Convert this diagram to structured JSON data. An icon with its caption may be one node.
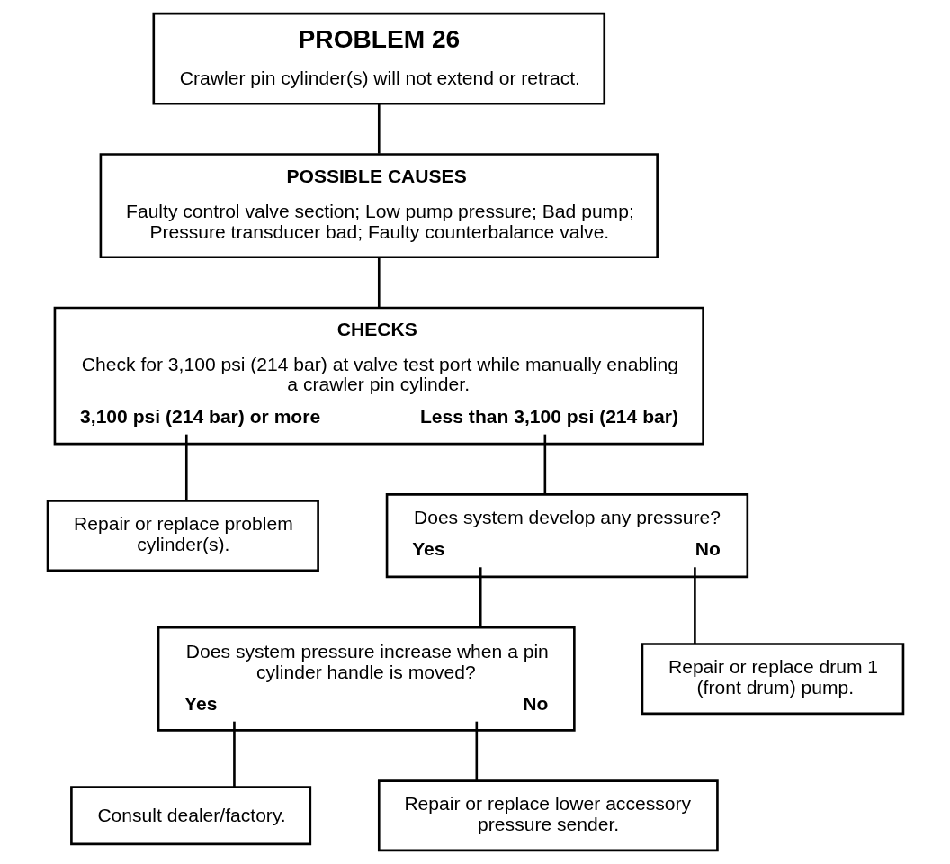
{
  "diagram": {
    "nodes": [
      {
        "text": [
          "PROBLEM 26",
          "Crawler pin cylinder(s) will not extend or retract."
        ]
      },
      {
        "text": [
          "POSSIBLE CAUSES",
          "Faulty control valve section; Low pump pressure; Bad pump; Pressure transducer bad; Faulty counterbalance valve."
        ]
      },
      {
        "text": [
          "CHECKS",
          "Check for 3,100 psi (214 bar) at valve test port while manually enabling a crawler pin cylinder.",
          "3,100 psi (214 bar) or more",
          "Less than 3,100 psi (214 bar)"
        ]
      },
      {
        "text": [
          "Repair or replace problem cylinder(s)."
        ]
      },
      {
        "text": [
          "Does system develop any pressure?",
          "Yes",
          "No"
        ]
      },
      {
        "text": [
          "Repair or replace drum 1 (front drum) pump."
        ]
      },
      {
        "text": [
          "Does system pressure increase when a pin cylinder handle is moved?",
          "Yes",
          "No"
        ]
      },
      {
        "text": [
          "Consult dealer/factory."
        ]
      },
      {
        "text": [
          "Repair or replace lower accessory pressure sender."
        ]
      }
    ],
    "edges": [
      {
        "from": 0,
        "to": 1,
        "arrow": "none"
      },
      {
        "from": 1,
        "to": 2,
        "arrow": "none"
      },
      {
        "from": 2,
        "to": 3,
        "arrow": "none"
      },
      {
        "from": 2,
        "to": 4,
        "arrow": "none"
      },
      {
        "from": 4,
        "to": 5,
        "arrow": "none"
      },
      {
        "from": 4,
        "to": 6,
        "arrow": "none"
      },
      {
        "from": 6,
        "to": 7,
        "arrow": "none"
      },
      {
        "from": 6,
        "to": 8,
        "arrow": "none"
      }
    ]
  }
}
